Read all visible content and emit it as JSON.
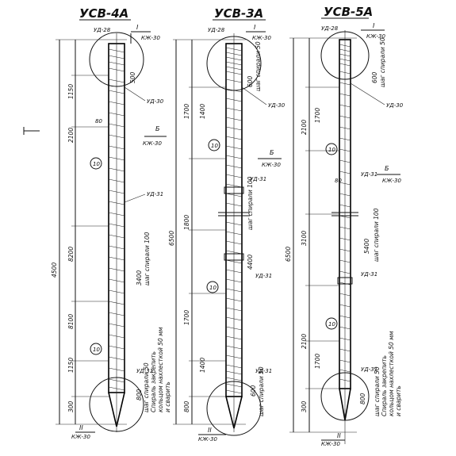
{
  "piles": [
    {
      "title": "УСВ-4А",
      "top_tag": "УД-28",
      "section_top": "I",
      "section_top_ref": "КЖ-30",
      "head_dim": "500",
      "head_tag": "УД-30",
      "section_mid": "Б",
      "section_mid_ref": "КЖ-30",
      "bar_tag": "УД-31",
      "callout": "10",
      "dim_80": "80",
      "total_length": "4500",
      "segs": [
        "1150",
        "2100",
        "8200",
        "8100",
        "1150",
        "300"
      ],
      "spiral_note": "шаг спирали 100",
      "spiral_len": "3400",
      "end_tag": "УД-31",
      "end_dim": "800",
      "end_note": [
        "шаг спирали 50",
        "Спираль закрепить",
        "кольцом нахлесткой 50 мм",
        "и сварить"
      ],
      "section_bottom": "II",
      "section_bottom_ref": "КЖ-30"
    },
    {
      "title": "УСВ-3А",
      "top_tag": "УД-28",
      "section_top": "I",
      "section_top_ref": "КЖ-30",
      "head_dim": "600",
      "head_note": "шаг спирали 50",
      "head_tag": "УД-30",
      "section_mid": "Б",
      "section_mid_ref": "КЖ-30",
      "bar_tag": "УД-31",
      "callout": "10",
      "total_length": "6500",
      "segs": [
        "1700",
        "1400",
        "1800",
        "1700",
        "1400",
        "800"
      ],
      "spiral_note": "шаг спирали 100",
      "spiral_len": "4400",
      "end_tag": "УД-31",
      "end_dim": "600",
      "end_note": [
        "шаг спирали 50"
      ],
      "section_bottom": "II",
      "section_bottom_ref": "КЖ-30"
    },
    {
      "title": "УСВ-5А",
      "top_tag": "УД-28",
      "section_top": "I",
      "section_top_ref": "КЖ-30",
      "head_dim": "600",
      "head_note": "шаг спирали 50",
      "head_tag": "УД-30",
      "section_mid": "Б",
      "section_mid_ref": "КЖ-30",
      "bar_tag": "УД-31",
      "callout": "10",
      "dim_80": "80",
      "total_length": "6500",
      "segs": [
        "2100",
        "1700",
        "3100",
        "2100",
        "1700",
        "300"
      ],
      "spiral_note": "шаг спирали 100",
      "spiral_len": "5400",
      "end_tag": "УД-31",
      "end_dim": "800",
      "end_note": [
        "шаг спирали 50",
        "Спираль закрепить",
        "кольцом нахлесткой 50 мм",
        "и сварить"
      ],
      "section_bottom": "II",
      "section_bottom_ref": "КЖ-30"
    }
  ]
}
